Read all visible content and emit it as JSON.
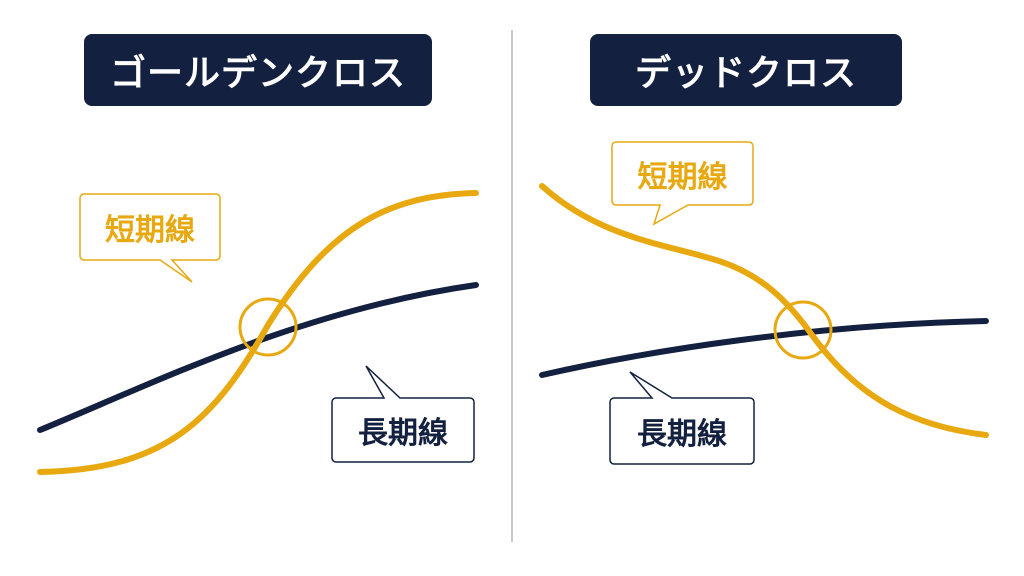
{
  "colors": {
    "short_line": "#E8A810",
    "long_line": "#13203F",
    "title_bg": "#13203F",
    "title_text": "#FFFFFF",
    "divider": "#C9C9C9"
  },
  "golden_cross": {
    "title": "ゴールデンクロス",
    "short_label": "短期線",
    "long_label": "長期線"
  },
  "dead_cross": {
    "title": "デッドクロス",
    "short_label": "短期線",
    "long_label": "長期線"
  }
}
